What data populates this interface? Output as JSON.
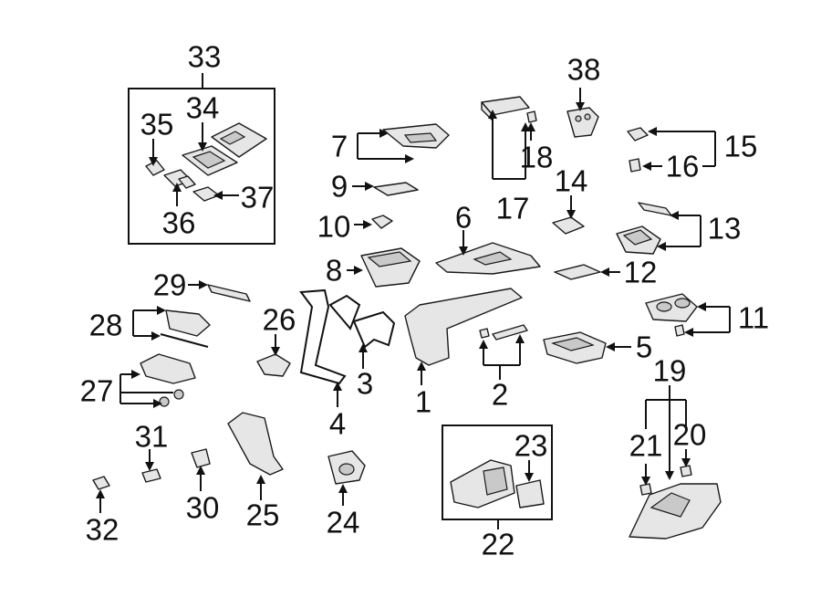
{
  "diagram": {
    "labels": [
      "1",
      "2",
      "3",
      "4",
      "5",
      "6",
      "7",
      "8",
      "9",
      "10",
      "11",
      "12",
      "13",
      "14",
      "15",
      "16",
      "17",
      "18",
      "19",
      "20",
      "21",
      "22",
      "23",
      "24",
      "25",
      "26",
      "27",
      "28",
      "29",
      "30",
      "31",
      "32",
      "33",
      "34",
      "35",
      "36",
      "37",
      "38"
    ]
  },
  "colors": {
    "line": "#111111",
    "part_fill": "#e6e6e6",
    "background": "#ffffff"
  }
}
